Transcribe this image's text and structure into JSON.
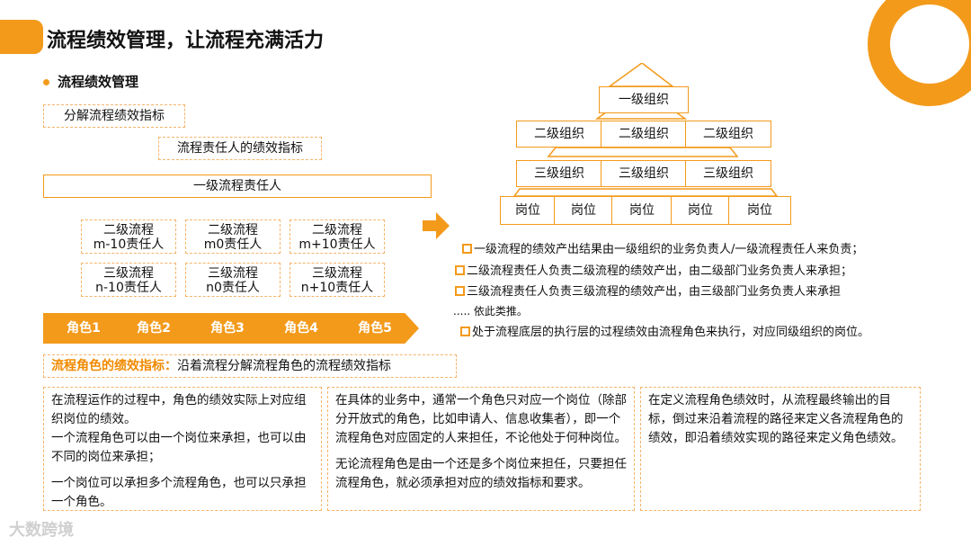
{
  "title": "流程绩效管理，让流程充满活力",
  "section_heading": "流程绩效管理",
  "left": {
    "decompose_label": "分解流程绩效指标",
    "owner_kpi_label": "流程责任人的绩效指标",
    "level1_owner": "一级流程责任人",
    "level2": [
      {
        "line1": "二级流程",
        "line2": "m-10责任人"
      },
      {
        "line1": "二级流程",
        "line2": "m0责任人"
      },
      {
        "line1": "二级流程",
        "line2": "m+10责任人"
      }
    ],
    "level3": [
      {
        "line1": "三级流程",
        "line2": "n-10责任人"
      },
      {
        "line1": "三级流程",
        "line2": "n0责任人"
      },
      {
        "line1": "三级流程",
        "line2": "n+10责任人"
      }
    ],
    "roles": [
      "角色1",
      "角色2",
      "角色3",
      "角色4",
      "角色5"
    ]
  },
  "pyramid": {
    "top": "一级组织",
    "level2": [
      "二级组织",
      "二级组织",
      "二级组织"
    ],
    "level3": [
      "三级组织",
      "三级组织",
      "三级组织"
    ],
    "positions": [
      "岗位",
      "岗位",
      "岗位",
      "岗位",
      "岗位"
    ]
  },
  "notes": [
    "一级流程的绩效产出结果由一级组织的业务负责人/一级流程责任人来负责；",
    "二级流程责任人负责二级流程的绩效产出，由二级部门业务负责人来承担；",
    "三级流程责任人负责三级流程的绩效产出，由三级部门业务负责人来承担",
    ".....  依此类推。",
    "处于流程底层的执行层的过程绩效由流程角色来执行，对应同级组织的岗位。"
  ],
  "indicator": {
    "highlight": "流程角色的绩效指标：",
    "text": "沿着流程分解流程角色的流程绩效指标"
  },
  "columns": [
    {
      "p1": "在流程运作的过程中，角色的绩效实际上对应组织岗位的绩效。",
      "p2": "一个流程角色可以由一个岗位来承担，也可以由不同的岗位来承担；",
      "p3": "一个岗位可以承担多个流程角色，也可以只承担一个角色。"
    },
    {
      "p1": "在具体的业务中，通常一个角色只对应一个岗位（除部分开放式的角色，比如申请人、信息收集者），即一个流程角色对应固定的人来担任，不论他处于何种岗位。",
      "p2": "无论流程角色是由一个还是多个岗位来担任，只要担任流程角色，就必须承担对应的绩效指标和要求。"
    },
    {
      "p1": "在定义流程角色绩效时，从流程最终输出的目标，倒过来沿着流程的路径来定义各流程角色的绩效，即沿着绩效实现的路径来定义角色绩效。"
    }
  ],
  "watermark": "大数跨境",
  "colors": {
    "accent": "#f39a1b",
    "dashed": "#f5b46a"
  }
}
